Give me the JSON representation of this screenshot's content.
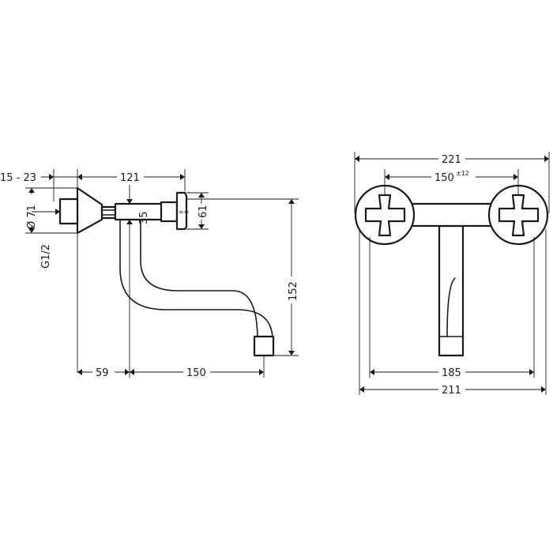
{
  "side_view": {
    "dims": {
      "flange_range": "15 - 23",
      "projection": "121",
      "diameter": "Ø 71",
      "thread": "G1/2",
      "valve_height": "35",
      "handle_height": "61",
      "spout_height": "152",
      "wall_to_spout": "59",
      "spout_reach": "150"
    },
    "small_mark": "≈≈"
  },
  "front_view": {
    "dims": {
      "overall_width": "221",
      "center_distance": "150",
      "center_tolerance": "±12",
      "inner_width": "185",
      "outer_width": "211"
    }
  },
  "colors": {
    "line": "#1a1a1a",
    "background": "#ffffff"
  }
}
